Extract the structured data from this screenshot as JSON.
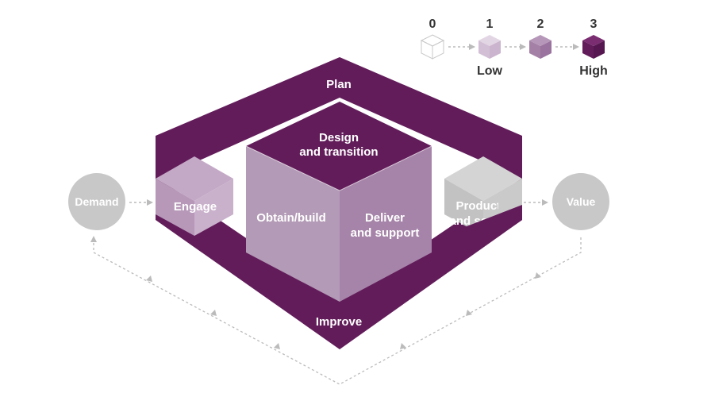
{
  "legend": {
    "levels": [
      {
        "number": "0",
        "caption": ""
      },
      {
        "number": "1",
        "caption": "Low"
      },
      {
        "number": "2",
        "caption": ""
      },
      {
        "number": "3",
        "caption": "High"
      }
    ]
  },
  "ring": {
    "top_label": "Plan",
    "bottom_label": "Improve"
  },
  "center_cube": {
    "top_line1": "Design",
    "top_line2": "and transition",
    "left_label": "Obtain/build",
    "right_line1": "Deliver",
    "right_line2": "and support"
  },
  "engage_cube": {
    "label": "Engage"
  },
  "products_cube": {
    "line1": "Products",
    "line2": "and services"
  },
  "demand": {
    "label": "Demand"
  },
  "value": {
    "label": "Value"
  },
  "colors": {
    "dark_purple": "#621c5a",
    "light_purple": "#b99cbc",
    "mid_purple": "#a581a8",
    "pale_purple": "#ccb3cd",
    "grey": "#c8c8c8",
    "arrow_grey": "#bbbbbb"
  }
}
